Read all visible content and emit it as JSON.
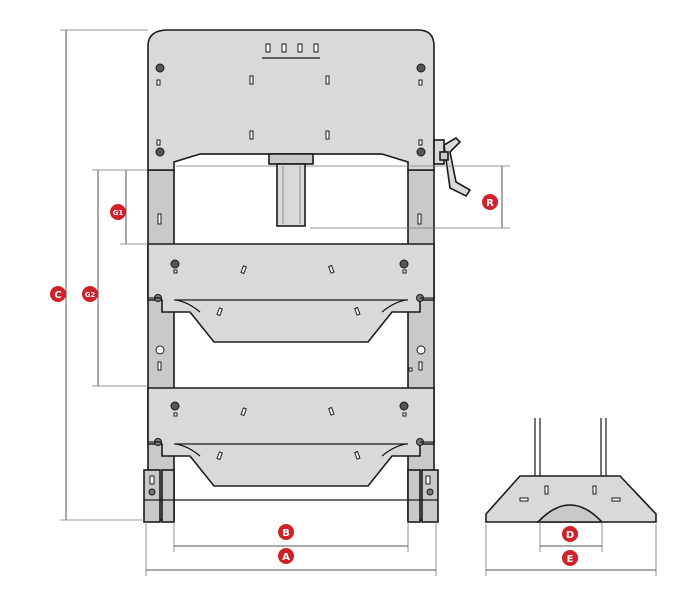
{
  "labels": {
    "A": "A",
    "B": "B",
    "C": "C",
    "D": "D",
    "E": "E",
    "G1": "G1",
    "G2": "G2",
    "R": "R"
  },
  "colors": {
    "badge": "#d0202a",
    "steel": "#d9d9d9",
    "outline": "#1a1a1a",
    "dimension_line": "#555555"
  }
}
